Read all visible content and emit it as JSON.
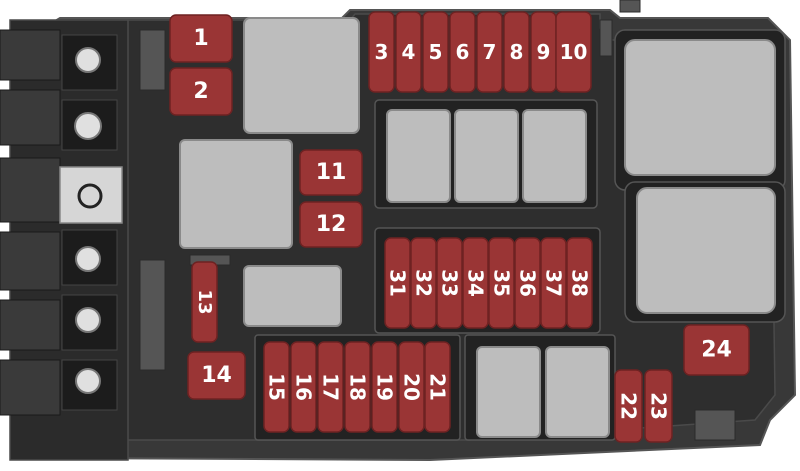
{
  "diagram": {
    "colors": {
      "housing": "#3a3a3a",
      "housing_dark": "#1f1f1f",
      "housing_edge": "#4a4a4a",
      "relay": "#bdbdbd",
      "relay_edge": "#8c8c8c",
      "fuse": "#9a3535",
      "fuse_edge": "#6e2222",
      "terminal": "#d9d9d9",
      "label": "#ffffff"
    },
    "fuses": [
      {
        "label": "1"
      },
      {
        "label": "2"
      },
      {
        "label": "3"
      },
      {
        "label": "4"
      },
      {
        "label": "5"
      },
      {
        "label": "6"
      },
      {
        "label": "7"
      },
      {
        "label": "8"
      },
      {
        "label": "9"
      },
      {
        "label": "10"
      },
      {
        "label": "11"
      },
      {
        "label": "12"
      },
      {
        "label": "13"
      },
      {
        "label": "14"
      },
      {
        "label": "15"
      },
      {
        "label": "16"
      },
      {
        "label": "17"
      },
      {
        "label": "18"
      },
      {
        "label": "19"
      },
      {
        "label": "20"
      },
      {
        "label": "21"
      },
      {
        "label": "22"
      },
      {
        "label": "23"
      },
      {
        "label": "24"
      },
      {
        "label": "31"
      },
      {
        "label": "32"
      },
      {
        "label": "33"
      },
      {
        "label": "34"
      },
      {
        "label": "35"
      },
      {
        "label": "36"
      },
      {
        "label": "37"
      },
      {
        "label": "38"
      }
    ]
  }
}
